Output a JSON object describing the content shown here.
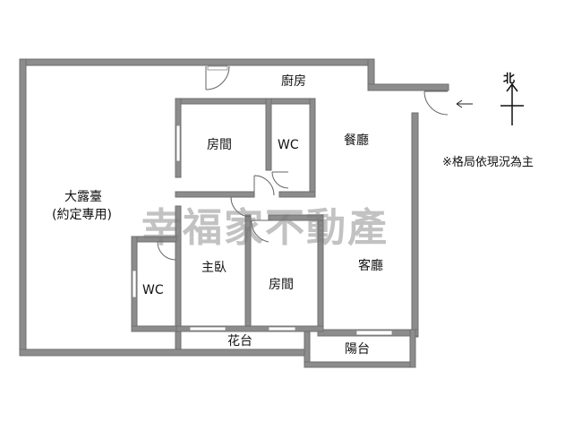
{
  "floorplan": {
    "rooms": {
      "kitchen": "廚房",
      "dining": "餐廳",
      "living": "客廳",
      "big_terrace_line1": "大露臺",
      "big_terrace_line2": "(約定專用)",
      "room_top": "房間",
      "room_bottom": "房間",
      "master": "主臥",
      "wc_top": "WC",
      "wc_left": "WC",
      "flower_terrace": "花台",
      "balcony": "陽台"
    },
    "watermark": "幸福家不動產",
    "note": "※格局依現況為主",
    "north_label": "北",
    "entrance_arrow": "←",
    "colors": {
      "wall": "#8c8c8c",
      "wall_outline": "#6a6a6a",
      "watermark": "#787878"
    }
  }
}
